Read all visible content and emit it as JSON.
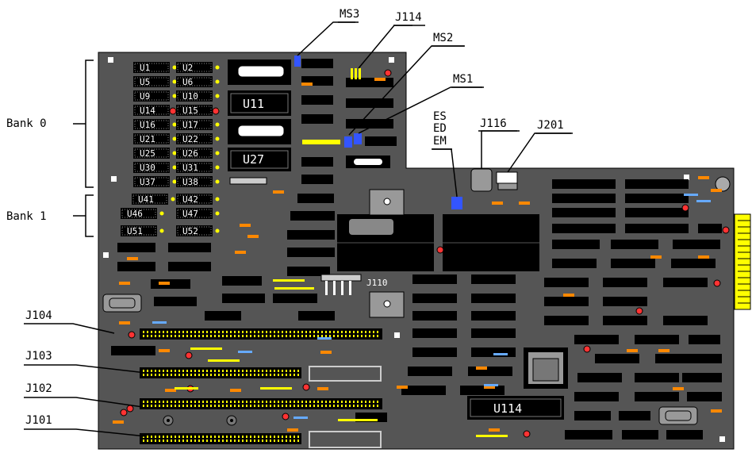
{
  "labels": {
    "bank0": "Bank 0",
    "bank1": "Bank 1",
    "ms3": "MS3",
    "j114": "J114",
    "ms2": "MS2",
    "ms1": "MS1",
    "es": "ES",
    "ed": "ED",
    "em": "EM",
    "j116": "J116",
    "j201": "J201",
    "j104": "J104",
    "j103": "J103",
    "j102": "J102",
    "j101": "J101",
    "j110": "J110",
    "u11": "U11",
    "u27": "U27",
    "u114": "U114"
  },
  "ram_chips": [
    [
      "U1",
      "U2"
    ],
    [
      "U5",
      "U6"
    ],
    [
      "U9",
      "U10"
    ],
    [
      "U14",
      "U15"
    ],
    [
      "U16",
      "U17"
    ],
    [
      "U21",
      "U22"
    ],
    [
      "U25",
      "U26"
    ],
    [
      "U30",
      "U31"
    ],
    [
      "U37",
      "U38"
    ],
    [
      "U41",
      "U42"
    ],
    [
      "U46",
      "U47"
    ],
    [
      "U51",
      "U52"
    ]
  ],
  "colors": {
    "board": "#555555",
    "chip": "#000000",
    "chip_text": "#ffffff",
    "jumper": "#3355ff",
    "resistor": "#ff8800",
    "capacitor": "#ffff00",
    "led": "#ff3333",
    "edge_connector": "#ffff00"
  }
}
